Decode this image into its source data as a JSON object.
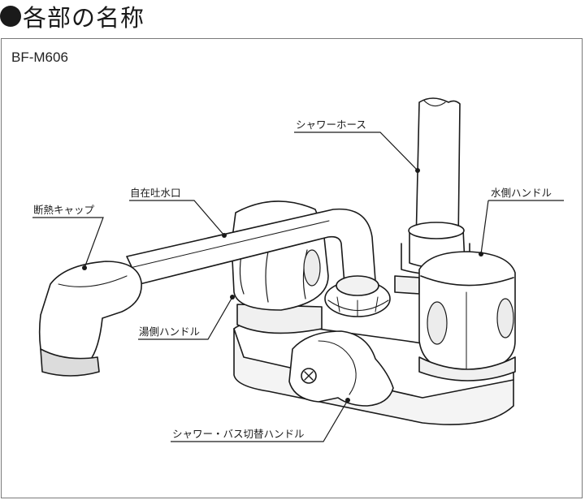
{
  "heading": {
    "title": "各部の名称"
  },
  "model": "BF-M606",
  "labels": {
    "shower_hose": "シャワーホース",
    "water_handle": "水側ハンドル",
    "spout": "自在吐水口",
    "insulation_cap": "断熱キャップ",
    "hot_handle": "湯側ハンドル",
    "diverter_handle": "シャワー・バス切替ハンドル"
  }
}
